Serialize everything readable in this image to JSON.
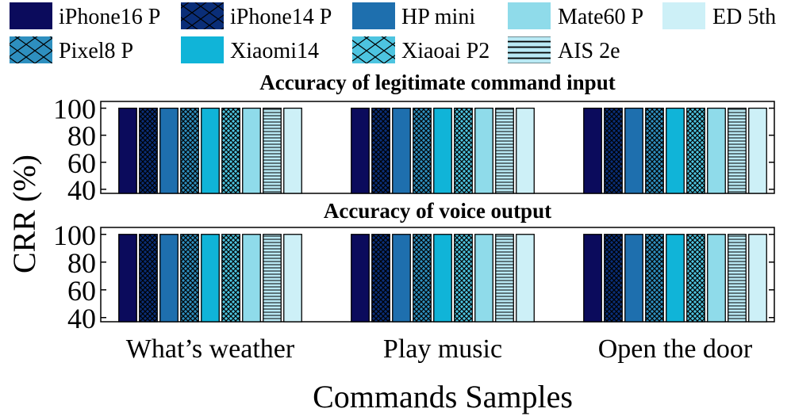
{
  "legend": [
    {
      "label": "iPhone16 P",
      "color": "#0b0b5c",
      "pattern": "solid"
    },
    {
      "label": "iPhone14 P",
      "color": "#0a2e78",
      "pattern": "cross"
    },
    {
      "label": "HP mini",
      "color": "#1e6fae",
      "pattern": "solid"
    },
    {
      "label": "Mate60 P",
      "color": "#8fdbea",
      "pattern": "solid"
    },
    {
      "label": "ED 5th",
      "color": "#cdf0f7",
      "pattern": "solid"
    },
    {
      "label": "Pixel8 P",
      "color": "#2e8fbf",
      "pattern": "cross"
    },
    {
      "label": "Xiaomi14",
      "color": "#10b4d8",
      "pattern": "solid"
    },
    {
      "label": "Xiaoai P2",
      "color": "#4dc4e0",
      "pattern": "cross"
    },
    {
      "label": "AIS 2e",
      "color": "#b9e9f4",
      "pattern": "hatch"
    }
  ],
  "chart_data": [
    {
      "type": "bar",
      "title": "Accuracy of legitimate command input",
      "categories": [
        "What’s weather",
        "Play music",
        "Open the door"
      ],
      "ylim": [
        37,
        105
      ],
      "yticks": [
        40,
        60,
        80,
        100
      ],
      "series": [
        {
          "name": "iPhone16 P",
          "values": [
            100,
            100,
            100
          ]
        },
        {
          "name": "iPhone14 P",
          "values": [
            100,
            100,
            100
          ]
        },
        {
          "name": "HP mini",
          "values": [
            100,
            100,
            100
          ]
        },
        {
          "name": "Pixel8 P",
          "values": [
            100,
            100,
            100
          ]
        },
        {
          "name": "Xiaomi14",
          "values": [
            100,
            100,
            100
          ]
        },
        {
          "name": "Xiaoai P2",
          "values": [
            100,
            100,
            100
          ]
        },
        {
          "name": "Mate60 P",
          "values": [
            100,
            100,
            100
          ]
        },
        {
          "name": "AIS 2e",
          "values": [
            100,
            100,
            100
          ]
        },
        {
          "name": "ED 5th",
          "values": [
            100,
            100,
            100
          ]
        }
      ]
    },
    {
      "type": "bar",
      "title": "Accuracy of voice output",
      "categories": [
        "What’s weather",
        "Play music",
        "Open the door"
      ],
      "ylim": [
        37,
        105
      ],
      "yticks": [
        40,
        60,
        80,
        100
      ],
      "series": [
        {
          "name": "iPhone16 P",
          "values": [
            100,
            100,
            100
          ]
        },
        {
          "name": "iPhone14 P",
          "values": [
            100,
            100,
            100
          ]
        },
        {
          "name": "HP mini",
          "values": [
            100,
            100,
            100
          ]
        },
        {
          "name": "Pixel8 P",
          "values": [
            100,
            100,
            100
          ]
        },
        {
          "name": "Xiaomi14",
          "values": [
            100,
            100,
            100
          ]
        },
        {
          "name": "Xiaoai P2",
          "values": [
            100,
            100,
            100
          ]
        },
        {
          "name": "Mate60 P",
          "values": [
            100,
            100,
            100
          ]
        },
        {
          "name": "AIS 2e",
          "values": [
            100,
            100,
            100
          ]
        },
        {
          "name": "ED 5th",
          "values": [
            100,
            100,
            100
          ]
        }
      ]
    }
  ],
  "ylabel": "CRR (%)",
  "xlabel": "Commands Samples"
}
